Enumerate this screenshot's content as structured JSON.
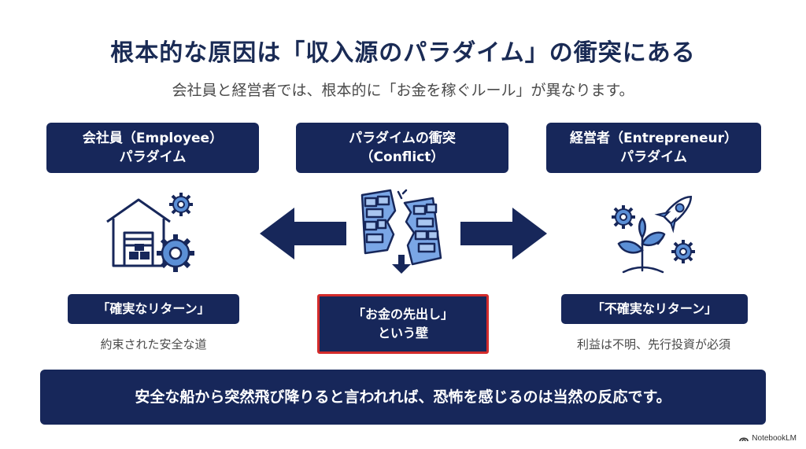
{
  "title": "根本的な原因は「収入源のパラダイム」の衝突にある",
  "subtitle": "会社員と経営者では、根本的に「お金を稼ぐルール」が異なります。",
  "left": {
    "header_line1": "会社員（Employee）",
    "header_line2": "パラダイム",
    "return_label": "「確実なリターン」",
    "caption": "約束された安全な道",
    "icon": "warehouse-gear-icon"
  },
  "center": {
    "header_line1": "パラダイムの衝突",
    "header_line2": "（Conflict）",
    "wall_line1": "「お金の先出し」",
    "wall_line2": "という壁",
    "icon": "broken-wall-icon"
  },
  "right": {
    "header_line1": "経営者（Entrepreneur）",
    "header_line2": "パラダイム",
    "return_label": "「不確実なリターン」",
    "caption": "利益は不明、先行投資が必須",
    "icon": "rocket-plant-icon"
  },
  "banner": "安全な船から突然飛び降りると言われれば、恐怖を感じるのは当然の反応です。",
  "brand": "NotebookLM",
  "colors": {
    "navy": "#17275a",
    "accent_red": "#d32b2b",
    "icon_blue": "#5b8fd6"
  }
}
